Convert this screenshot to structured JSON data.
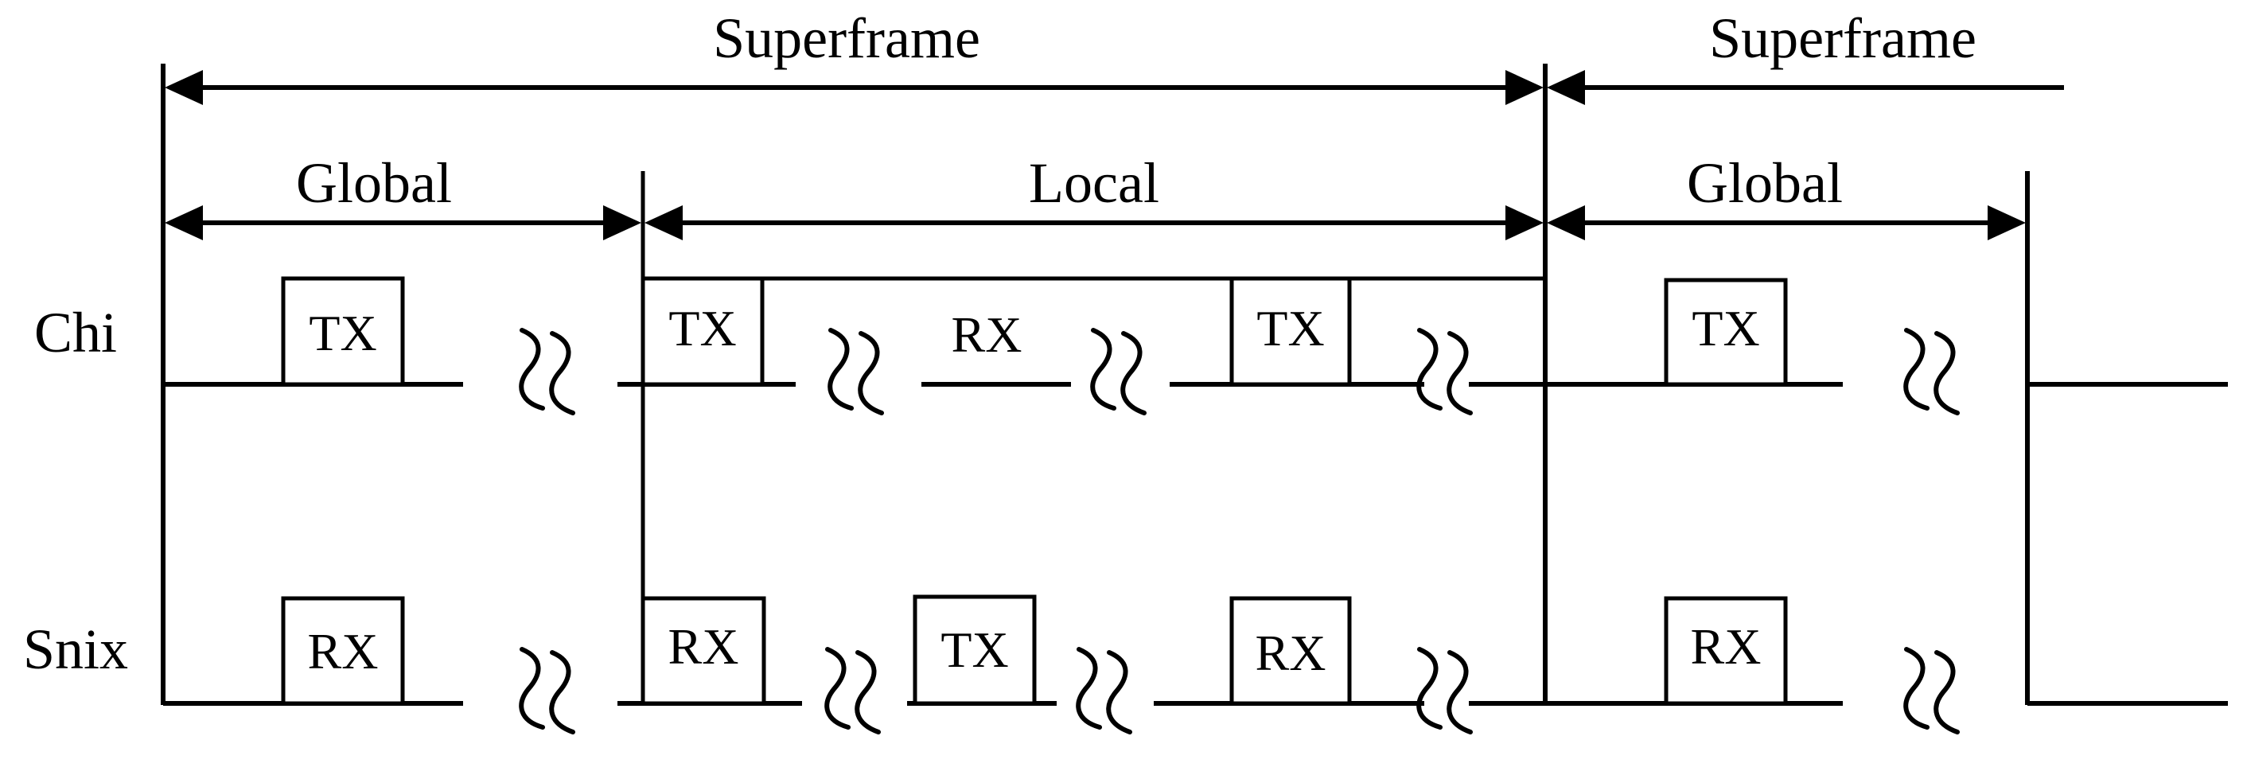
{
  "spans": {
    "superframe_1": "Superframe",
    "superframe_2": "Superframe",
    "global_1": "Global",
    "local": "Local",
    "global_2": "Global"
  },
  "rows": {
    "chi": "Chi",
    "snix": "Snix"
  },
  "chi_slots": {
    "slot_1": "TX",
    "slot_2": "TX",
    "slot_3": "RX",
    "slot_4": "TX",
    "slot_5": "TX"
  },
  "snix_slots": {
    "slot_1": "RX",
    "slot_2": "RX",
    "slot_3": "TX",
    "slot_4": "RX",
    "slot_5": "RX"
  }
}
